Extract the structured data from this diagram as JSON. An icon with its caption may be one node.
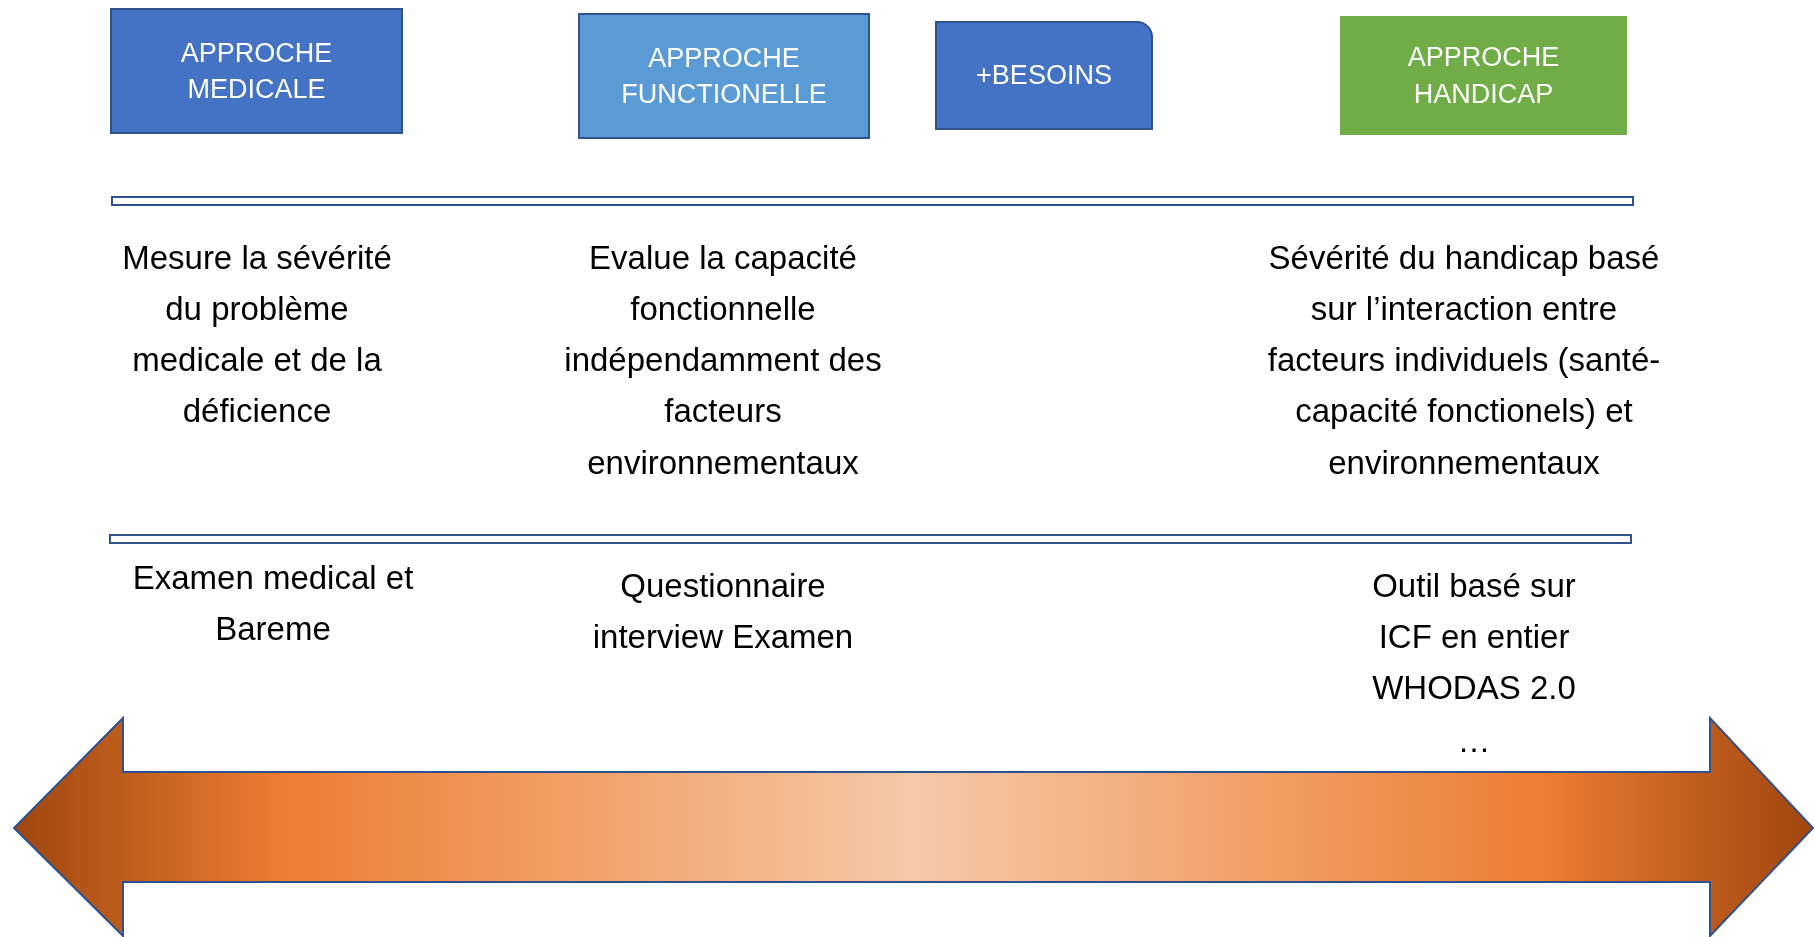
{
  "diagram": {
    "nodes": [
      {
        "text": [
          "APPROCHE MEDICALE"
        ]
      },
      {
        "text": [
          "APPROCHE FUNCTIONELLE"
        ]
      },
      {
        "text": [
          "+BESOINS"
        ]
      },
      {
        "text": [
          "APPROCHE HANDICAP"
        ]
      }
    ],
    "labels": [
      "Mesure la sévérité du problème medicale et de la déficience",
      "Evalue la capacité fonctionnelle indépendamment des facteurs environnementaux",
      "Sévérité du handicap basé sur l’interaction entre facteurs individuels (santé-capacité fonctionels) et environnementaux",
      "Examen medical et Bareme",
      "Questionnaire interview Examen",
      "Outil basé sur ICF en entier WHODAS 2.0",
      "…"
    ]
  }
}
